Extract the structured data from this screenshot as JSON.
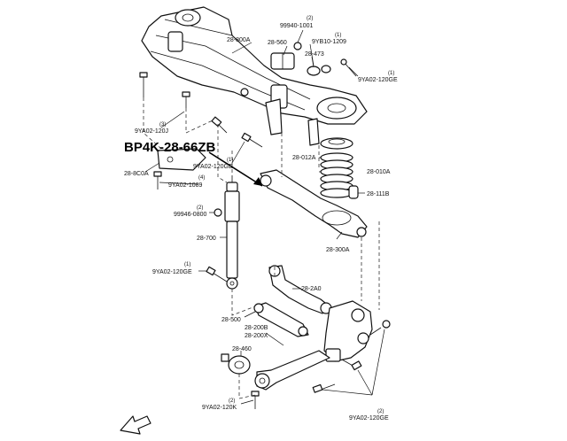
{
  "callout": {
    "text": "BP4K-28-66ZB"
  },
  "labels": {
    "crossmember": "28-800A",
    "bush_a": "28-560",
    "nut_top": "99940-1001",
    "nut_top_qty": "(2)",
    "bolt_top": "9YB10-1209",
    "bolt_top_qty": "(1)",
    "bush_b": "28-473",
    "bolt_right": "9YA02-120GE",
    "bolt_right_qty": "(1)",
    "bolt_left": "9YA02-120J",
    "bolt_left_qty": "(3)",
    "bolt_mid": "9YA02-120GE",
    "bolt_mid_qty": "(1)",
    "bracket": "28-8C0A",
    "bolt_bracket": "9YA02-1089",
    "bolt_bracket_qty": "(4)",
    "seat": "28-012A",
    "spring": "28-010A",
    "bumper": "28-111B",
    "nut_shock": "99946-0800",
    "nut_shock_qty": "(2)",
    "shock": "28-700",
    "bolt_shock": "9YA02-120GE",
    "bolt_shock_qty": "(1)",
    "lower_arm": "28-300A",
    "upper_arm": "28-2A0",
    "link": "28-500",
    "trailing_arm_a": "28-200B",
    "trailing_arm_b": "28-200X",
    "trail_bush": "28-460",
    "bolt_bottom": "9YA02-120K",
    "bolt_bottom_qty": "(2)",
    "bolt_knuckle": "9YA02-120GE",
    "bolt_knuckle_qty": "(2)"
  }
}
